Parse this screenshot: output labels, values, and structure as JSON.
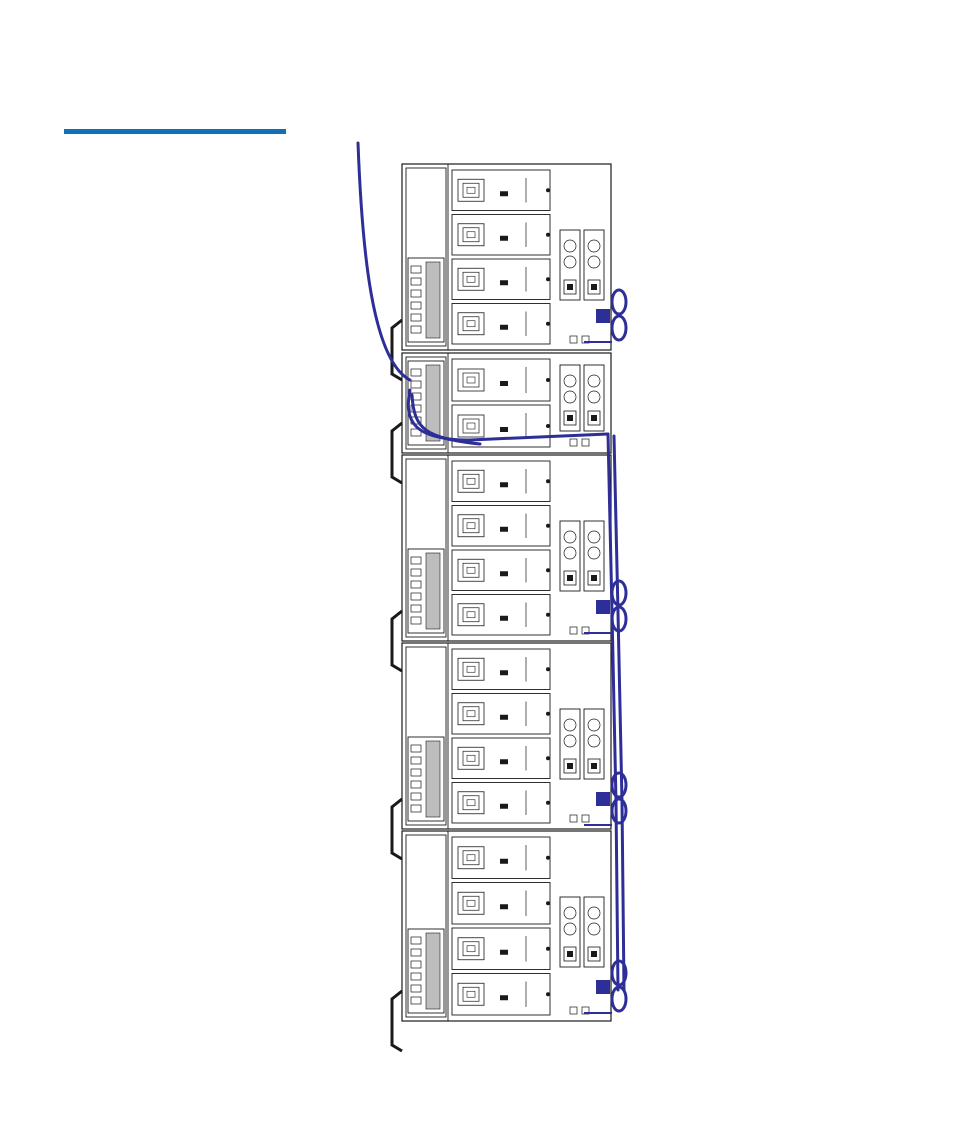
{
  "colors": {
    "accent_rule": "#0f70b7",
    "cable": "#2e2e98",
    "outline": "#1a1a1a",
    "panel_fill": "#ffffff"
  },
  "figure": {
    "modules": [
      {
        "type": "expansion",
        "drive_sleds": 4,
        "has_power_supplies": true,
        "has_controller_blade": true
      },
      {
        "type": "control",
        "drive_sleds": 2,
        "has_power_supplies": true,
        "has_controller_blade": true
      },
      {
        "type": "expansion",
        "drive_sleds": 4,
        "has_power_supplies": true,
        "has_controller_blade": true
      },
      {
        "type": "expansion",
        "drive_sleds": 4,
        "has_power_supplies": true,
        "has_controller_blade": true
      },
      {
        "type": "expansion",
        "drive_sleds": 4,
        "has_power_supplies": true,
        "has_controller_blade": true
      }
    ],
    "icons": {
      "drive_sled": "drive-sled-icon",
      "power_supply": "power-supply-icon",
      "cable_clip": "cable-clip-icon",
      "fan_grille": "fan-grille-icon"
    }
  }
}
